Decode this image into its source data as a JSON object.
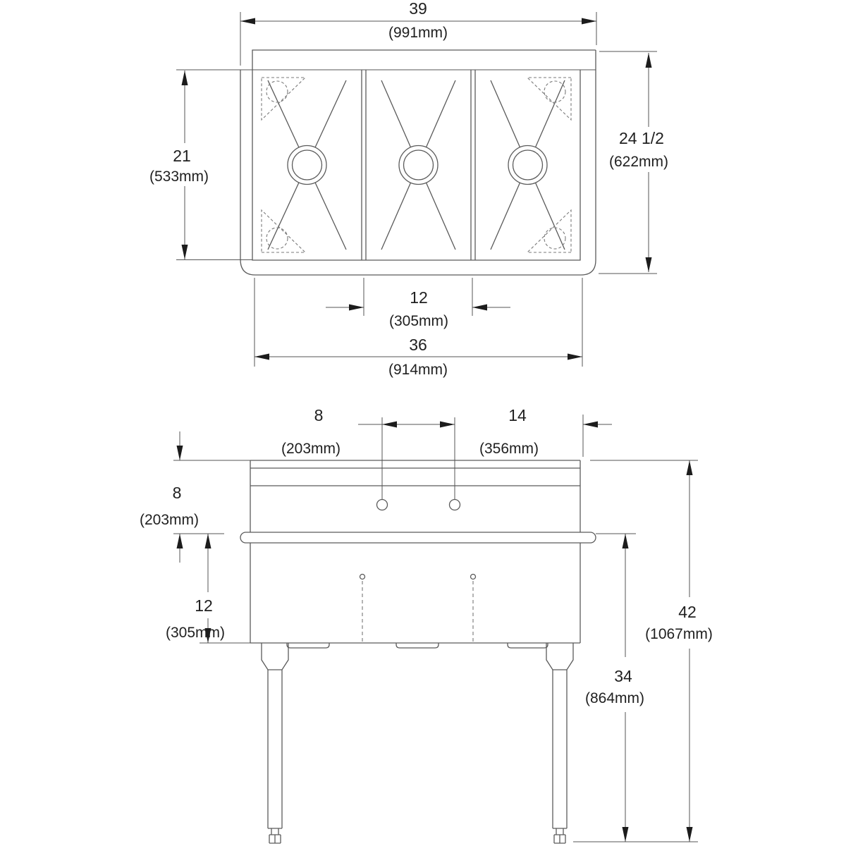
{
  "drawing": {
    "type": "three-compartment-sink-spec",
    "views": [
      "plan-view",
      "front-elevation"
    ],
    "dims": {
      "overall_width": {
        "v": "39",
        "mm": "(991mm)"
      },
      "overall_depth": {
        "v": "24 1/2",
        "mm": "(622mm)"
      },
      "bowl_front_to_back": {
        "v": "21",
        "mm": "(533mm)"
      },
      "bowl_width": {
        "v": "12",
        "mm": "(305mm)"
      },
      "compartments_width": {
        "v": "36",
        "mm": "(914mm)"
      },
      "faucet_hole_spacing": {
        "v": "8",
        "mm": "(203mm)"
      },
      "hole_to_edge": {
        "v": "14",
        "mm": "(356mm)"
      },
      "backsplash_height": {
        "v": "8",
        "mm": "(203mm)"
      },
      "bowl_depth": {
        "v": "12",
        "mm": "(305mm)"
      },
      "floor_to_rim": {
        "v": "34",
        "mm": "(864mm)"
      },
      "overall_height": {
        "v": "42",
        "mm": "(1067mm)"
      }
    },
    "line_color": "#5a5a5a",
    "text_color": "#1f1f1f"
  }
}
